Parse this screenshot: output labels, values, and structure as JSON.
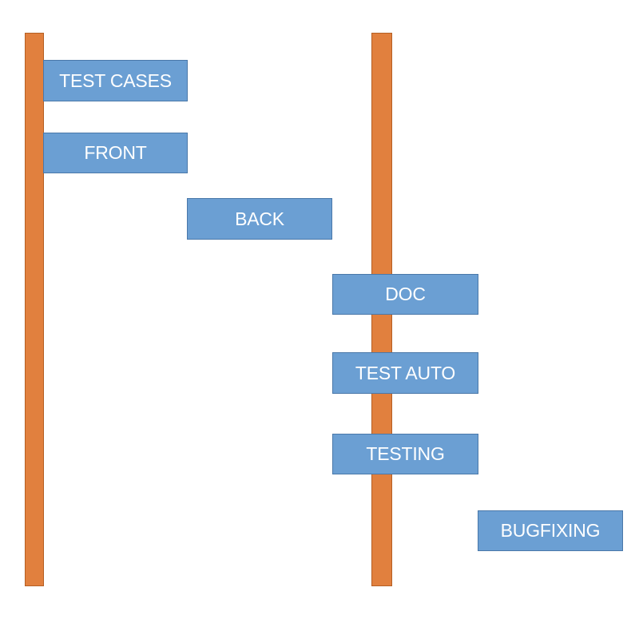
{
  "colors": {
    "timeline_bar": "#e1803e",
    "task_box": "#6b9fd3",
    "task_text": "#ffffff"
  },
  "tasks": [
    {
      "label": "TEST CASES"
    },
    {
      "label": "FRONT"
    },
    {
      "label": "BACK"
    },
    {
      "label": "DOC"
    },
    {
      "label": "TEST AUTO"
    },
    {
      "label": "TESTING"
    },
    {
      "label": "BUGFIXING"
    }
  ]
}
